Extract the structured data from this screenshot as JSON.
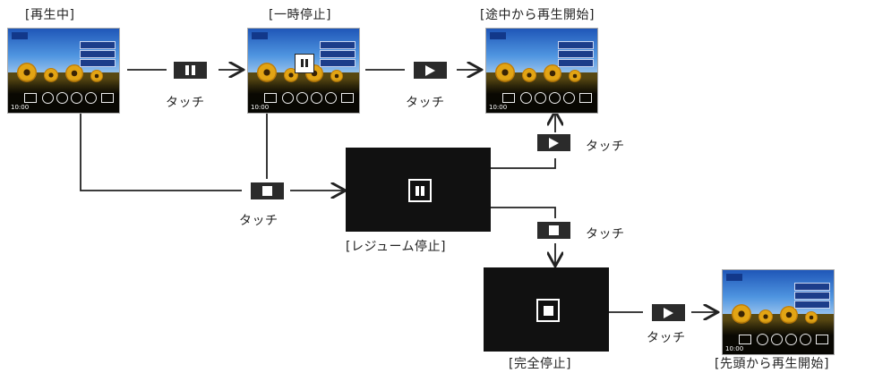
{
  "labels": {
    "playing": "[再生中]",
    "paused": "[一時停止]",
    "resume_mid": "[途中から再生開始]",
    "resume_stop": "[レジューム停止]",
    "full_stop": "[完全停止]",
    "resume_start": "[先頭から再生開始]"
  },
  "touch": "タッチ",
  "screen": {
    "time": "10:00"
  },
  "icons": [
    "pause-icon",
    "play-icon",
    "stop-icon"
  ],
  "colors": {
    "button": "#2b2b2b",
    "panel": "#111111"
  }
}
